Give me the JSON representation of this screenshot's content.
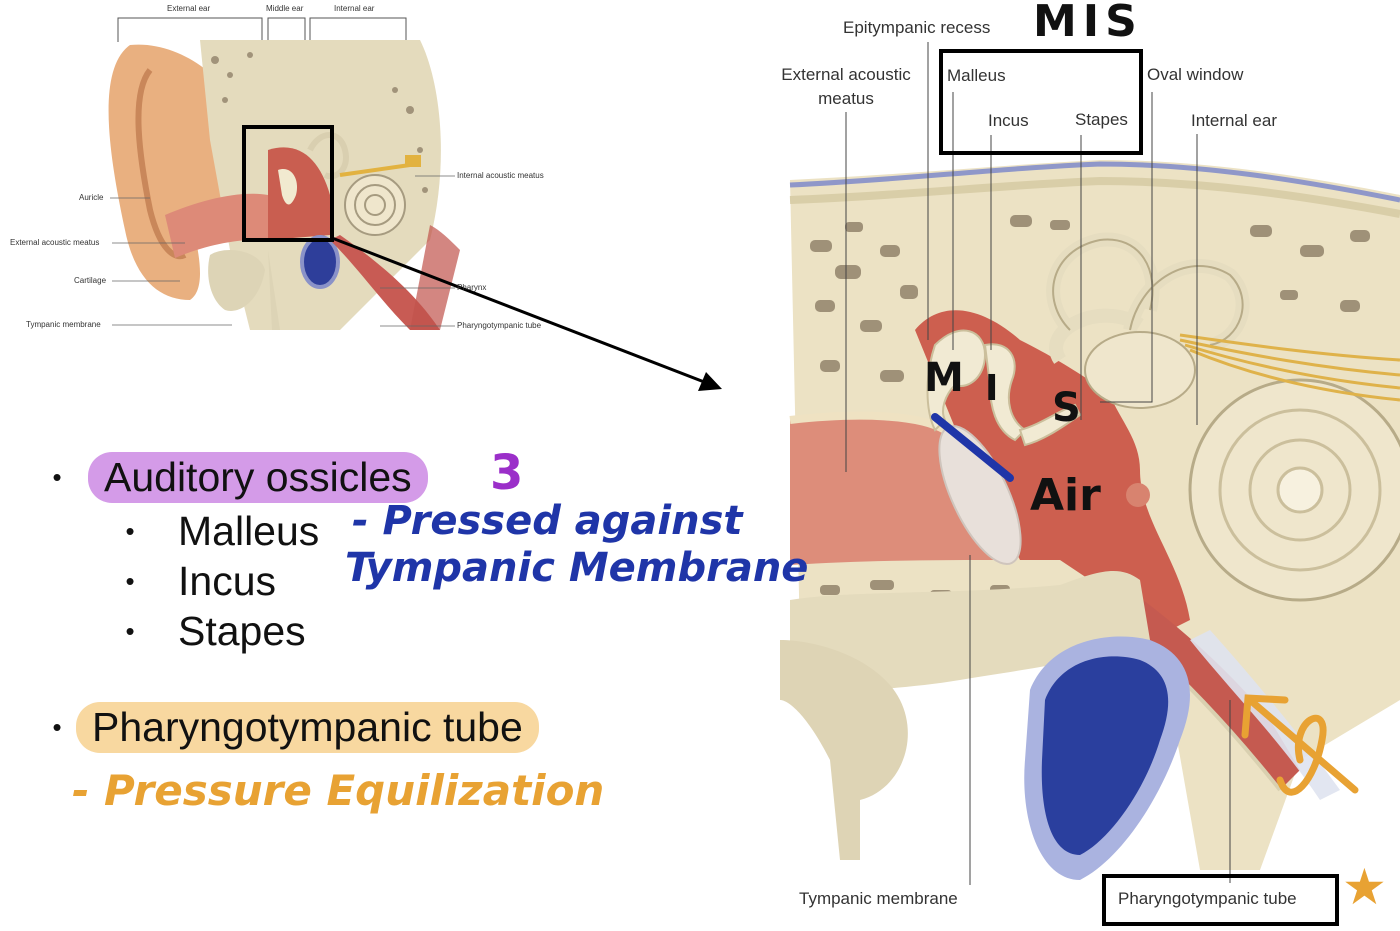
{
  "small_diagram": {
    "region_labels": [
      "External ear",
      "Middle ear",
      "Internal ear"
    ],
    "left_labels": [
      "Auricle",
      "External acoustic meatus",
      "Cartilage",
      "Tympanic membrane"
    ],
    "right_labels": [
      "Internal acoustic meatus",
      "Pharynx",
      "Pharyngotympanic tube"
    ]
  },
  "large_diagram": {
    "epitympanic": "Epitympanic recess",
    "eam_line1": "External acoustic",
    "eam_line2": "meatus",
    "malleus": "Malleus",
    "incus": "Incus",
    "stapes": "Stapes",
    "oval_window": "Oval window",
    "internal_ear": "Internal ear",
    "tympanic_membrane": "Tympanic membrane",
    "pharyngotympanic_tube": "Pharyngotympanic tube"
  },
  "bullets": {
    "ossicles_heading": "Auditory ossicles",
    "ossicles": [
      "Malleus",
      "Incus",
      "Stapes"
    ],
    "tube_heading": "Pharyngotympanic tube"
  },
  "handwritten": {
    "mis_top": "MIS",
    "m": "M",
    "i": "I",
    "s": "S",
    "air": "Air",
    "three": "3",
    "pressed_line1": "- Pressed against",
    "pressed_line2": "Tympanic Membrane",
    "pressure": "- Pressure Equilization",
    "star": "★"
  },
  "colors": {
    "ossicles_pill": "#d49be8",
    "tube_pill": "#f8d8a0",
    "ink_blue": "#1f35a8",
    "ink_orange": "#e8a233",
    "ink_purple": "#9b2fc9",
    "ink_black": "#111111"
  }
}
